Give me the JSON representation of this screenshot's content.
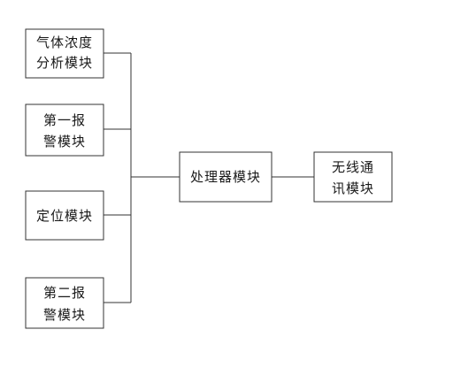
{
  "diagram": {
    "boxes": {
      "gas": {
        "line1": "气体浓度",
        "line2": "分析模块"
      },
      "alarm1": {
        "line1": "第一报",
        "line2": "警模块"
      },
      "locate": {
        "line1": "定位模块"
      },
      "alarm2": {
        "line1": "第二报",
        "line2": "警模块"
      },
      "processor": {
        "line1": "处理器模块"
      },
      "wireless": {
        "line1": "无线通",
        "line2": "讯模块"
      }
    }
  }
}
